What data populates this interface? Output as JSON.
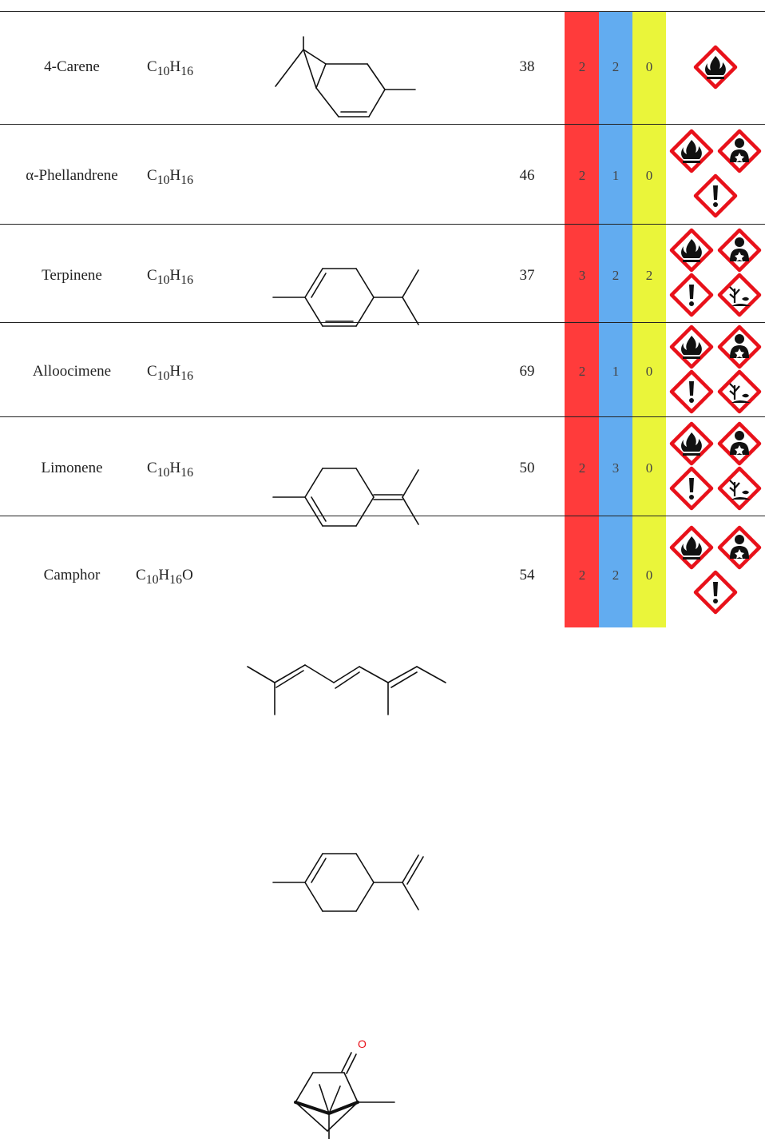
{
  "colors": {
    "health": "#62acf0",
    "flammability": "#ff3b3b",
    "reactivity": "#eaf53a",
    "ghs_border": "#e8111a",
    "oxygen_label": "#e8111a"
  },
  "rows": [
    {
      "name": "4-Carene",
      "formula_base": "C",
      "formula_sub1": "10",
      "formula_mid": "H",
      "formula_sub2": "16",
      "formula_tail": "",
      "flash_point": "38",
      "nfpa_red": "2",
      "nfpa_blue": "2",
      "nfpa_yellow": "0",
      "ghs": [
        "flame-icon"
      ]
    },
    {
      "name": "α-Phellandrene",
      "formula_base": "C",
      "formula_sub1": "10",
      "formula_mid": "H",
      "formula_sub2": "16",
      "formula_tail": "",
      "flash_point": "46",
      "nfpa_red": "2",
      "nfpa_blue": "1",
      "nfpa_yellow": "0",
      "ghs": [
        "flame-icon",
        "health-hazard-icon",
        "exclamation-icon"
      ]
    },
    {
      "name": "Terpinene",
      "formula_base": "C",
      "formula_sub1": "10",
      "formula_mid": "H",
      "formula_sub2": "16",
      "formula_tail": "",
      "flash_point": "37",
      "nfpa_red": "3",
      "nfpa_blue": "2",
      "nfpa_yellow": "2",
      "ghs": [
        "flame-icon",
        "health-hazard-icon",
        "exclamation-icon",
        "environment-icon"
      ]
    },
    {
      "name": "Alloocimene",
      "formula_base": "C",
      "formula_sub1": "10",
      "formula_mid": "H",
      "formula_sub2": "16",
      "formula_tail": "",
      "flash_point": "69",
      "nfpa_red": "2",
      "nfpa_blue": "1",
      "nfpa_yellow": "0",
      "ghs": [
        "flame-icon",
        "health-hazard-icon",
        "exclamation-icon",
        "environment-icon"
      ]
    },
    {
      "name": "Limonene",
      "formula_base": "C",
      "formula_sub1": "10",
      "formula_mid": "H",
      "formula_sub2": "16",
      "formula_tail": "",
      "flash_point": "50",
      "nfpa_red": "2",
      "nfpa_blue": "3",
      "nfpa_yellow": "0",
      "ghs": [
        "flame-icon",
        "health-hazard-icon",
        "exclamation-icon",
        "environment-icon"
      ]
    },
    {
      "name": "Camphor",
      "formula_base": "C",
      "formula_sub1": "10",
      "formula_mid": "H",
      "formula_sub2": "16",
      "formula_tail": "O",
      "flash_point": "54",
      "nfpa_red": "2",
      "nfpa_blue": "2",
      "nfpa_yellow": "0",
      "ghs": [
        "flame-icon",
        "health-hazard-icon",
        "exclamation-icon"
      ]
    }
  ],
  "camphor_oxygen_label": "O"
}
